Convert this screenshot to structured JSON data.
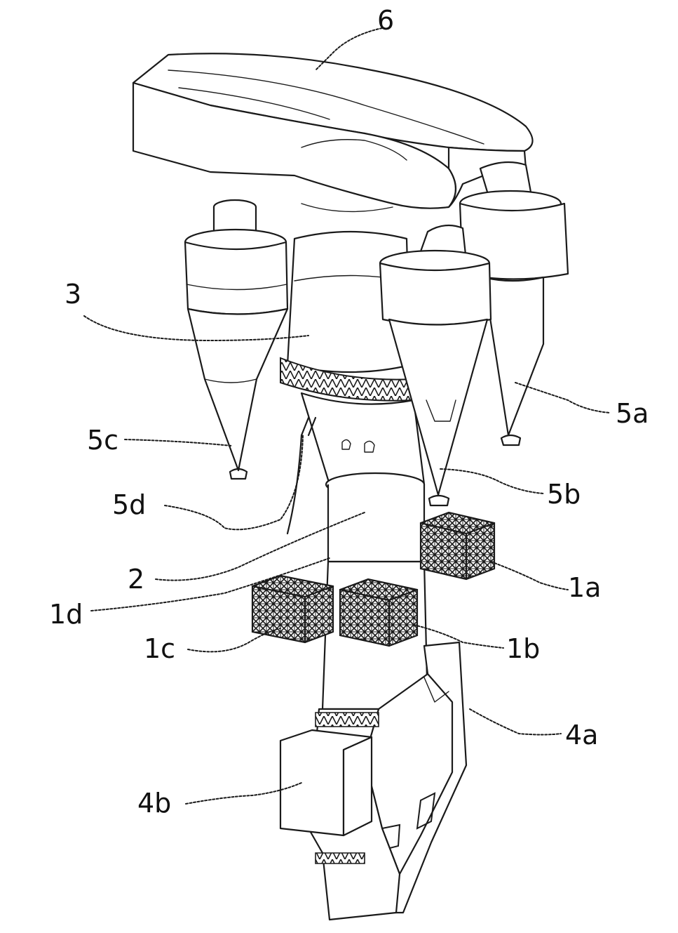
{
  "figure": {
    "labels": {
      "top_duct": "6",
      "central_chamber": "3",
      "cyclone_5a": "5a",
      "cyclone_5b": "5b",
      "cyclone_5c": "5c",
      "cyclone_5d": "5d",
      "riser": "2",
      "unit_1a": "1a",
      "unit_1b": "1b",
      "unit_1c": "1c",
      "unit_1d": "1d",
      "hopper_4a": "4a",
      "hopper_4b": "4b"
    }
  }
}
